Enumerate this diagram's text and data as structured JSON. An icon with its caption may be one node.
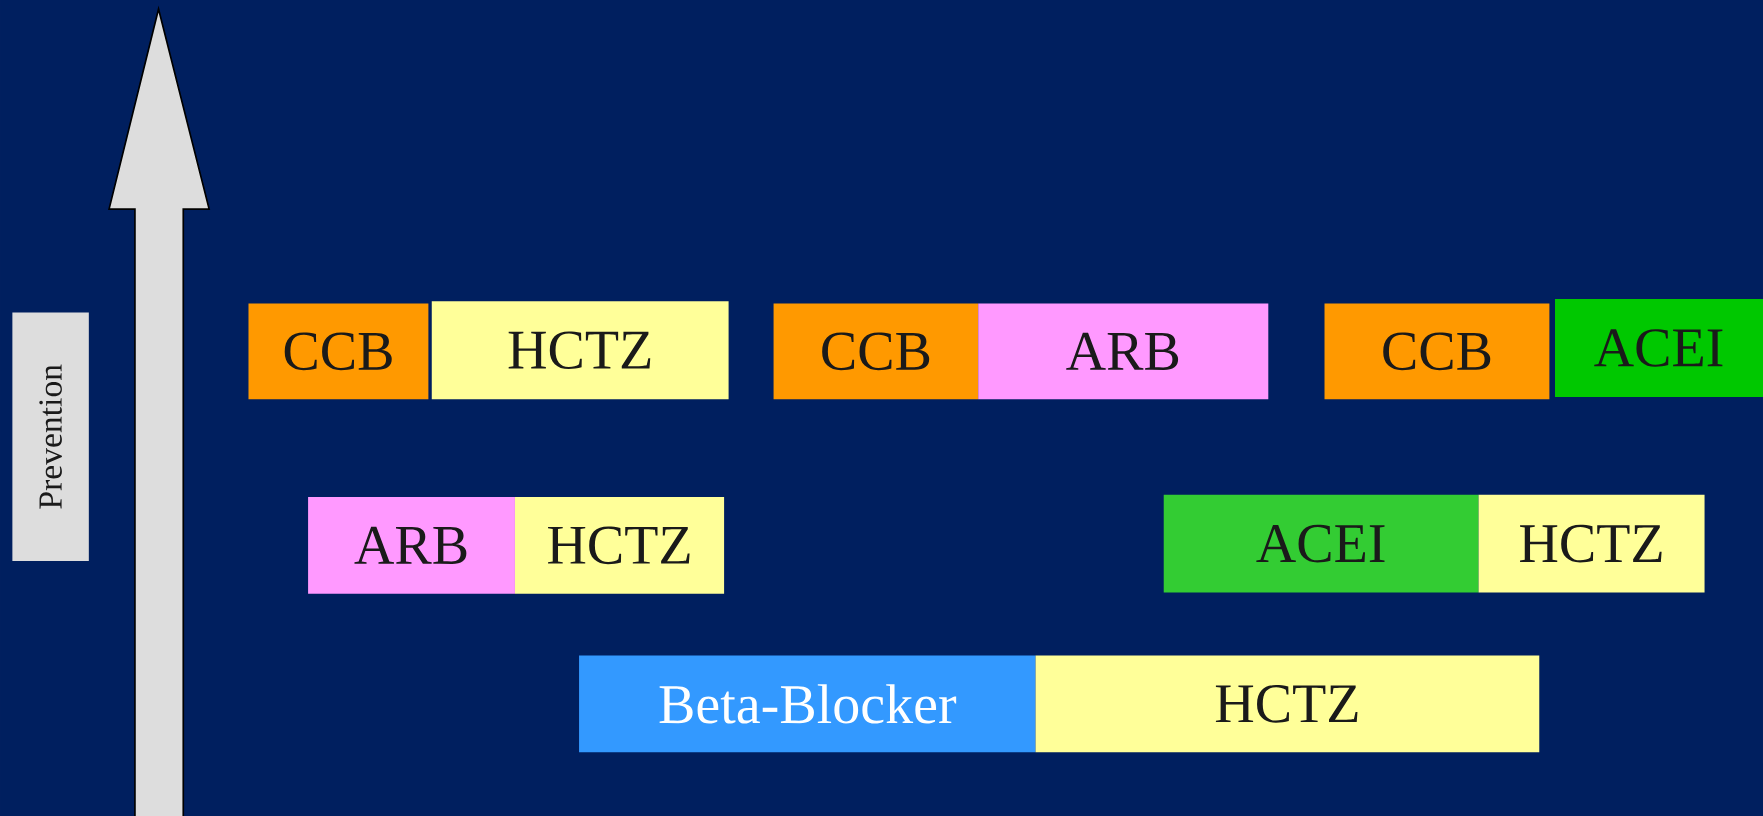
{
  "diagram": {
    "nodes": [
      {
        "text": [
          "Prevention"
        ]
      },
      {
        "text": [
          "CCB"
        ]
      },
      {
        "text": [
          "HCTZ"
        ]
      },
      {
        "text": [
          "CCB"
        ]
      },
      {
        "text": [
          "ARB"
        ]
      },
      {
        "text": [
          "CCB"
        ]
      },
      {
        "text": [
          "ACEI"
        ]
      },
      {
        "text": [
          "ARB"
        ]
      },
      {
        "text": [
          "HCTZ"
        ]
      },
      {
        "text": [
          "ACEI"
        ]
      },
      {
        "text": [
          "HCTZ"
        ]
      },
      {
        "text": [
          "Beta-Blocker"
        ]
      },
      {
        "text": [
          "HCTZ"
        ]
      }
    ],
    "edges": []
  }
}
